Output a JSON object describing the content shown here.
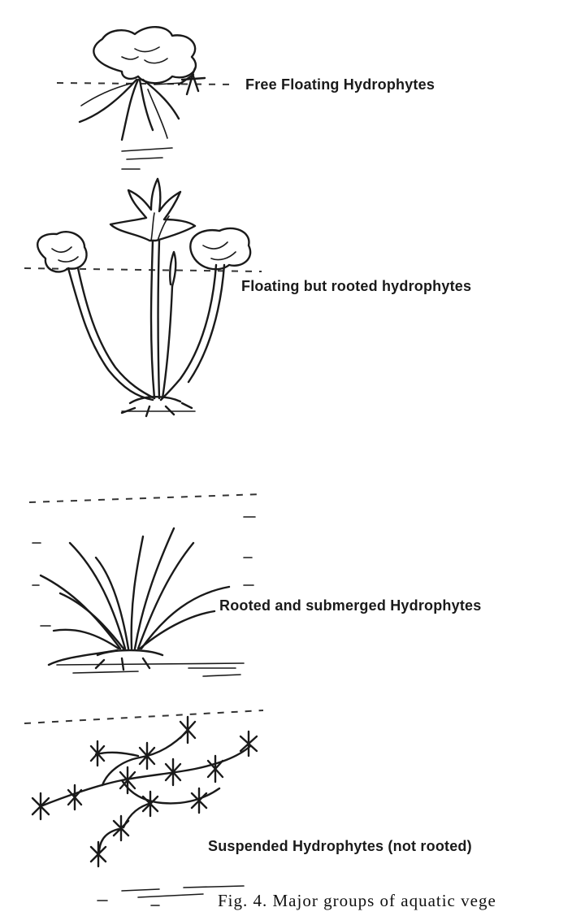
{
  "figure": {
    "labels": {
      "free_floating": "Free Floating Hydrophytes",
      "floating_rooted": "Floating but rooted hydrophytes",
      "rooted_submerged": "Rooted and submerged Hydrophytes",
      "suspended": "Suspended Hydrophytes (not rooted)"
    },
    "caption": "Fig. 4. Major groups of aquatic vege"
  },
  "colors": {
    "ink": "#1a1a1a",
    "background": "#ffffff"
  }
}
